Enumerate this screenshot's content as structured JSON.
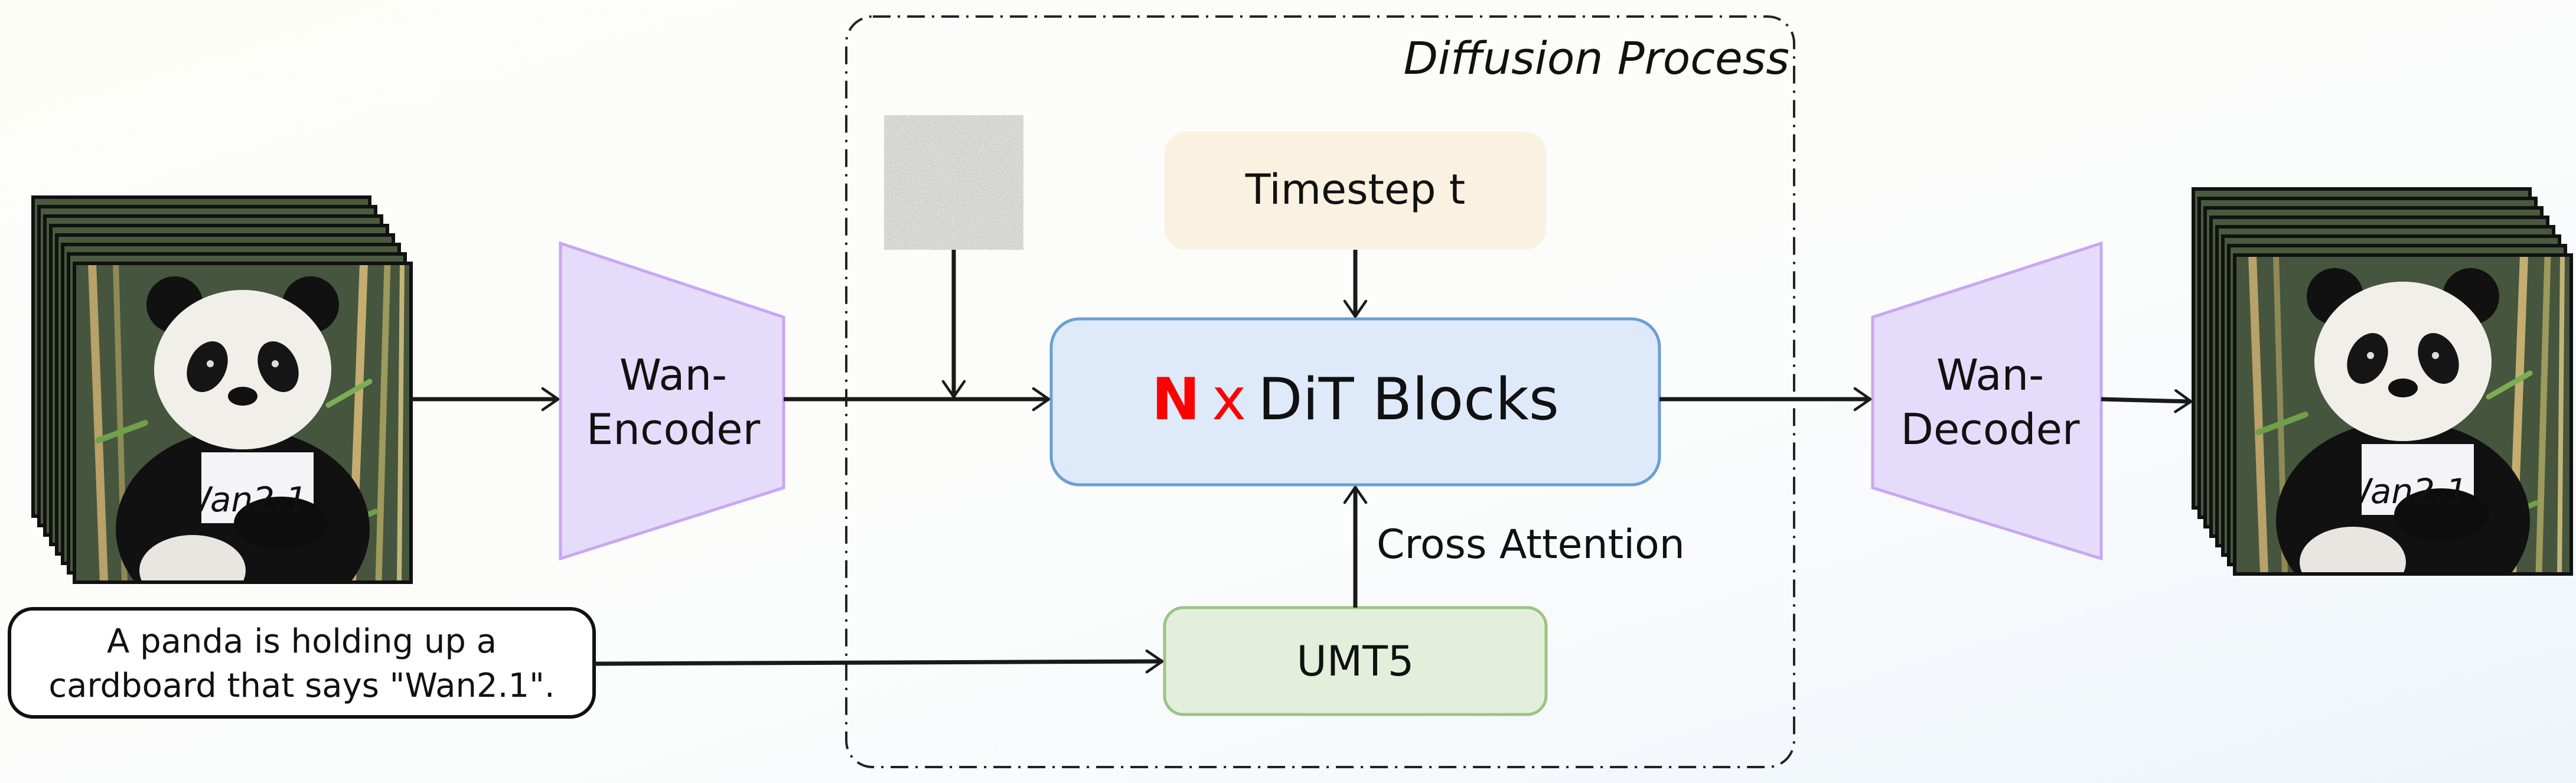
{
  "diagram": {
    "group_label": "Diffusion Process",
    "encoder_label_line1": "Wan-",
    "encoder_label_line2": "Encoder",
    "decoder_label_line1": "Wan-",
    "decoder_label_line2": "Decoder",
    "timestep_label": "Timestep t",
    "dit_prefix_n": "N",
    "dit_prefix_x": "x",
    "dit_label": "DiT Blocks",
    "cross_attention_label": "Cross Attention",
    "text_encoder_label": "UMT5",
    "prompt_line1": "A panda is holding up a",
    "prompt_line2": "cardboard that says \"Wan2.1\".",
    "input_sign_text": "Wan2.1",
    "output_sign_text": "Wan2.1"
  },
  "colors": {
    "encoder_fill": "#e5dcfb",
    "encoder_stroke": "#c9a6f2",
    "timestep_fill": "#faf1e0",
    "dit_fill": "#deeafa",
    "dit_stroke": "#6a9fd3",
    "umt5_fill": "#e3efdb",
    "umt5_stroke": "#9cc484",
    "accent_red": "#ff0000"
  }
}
